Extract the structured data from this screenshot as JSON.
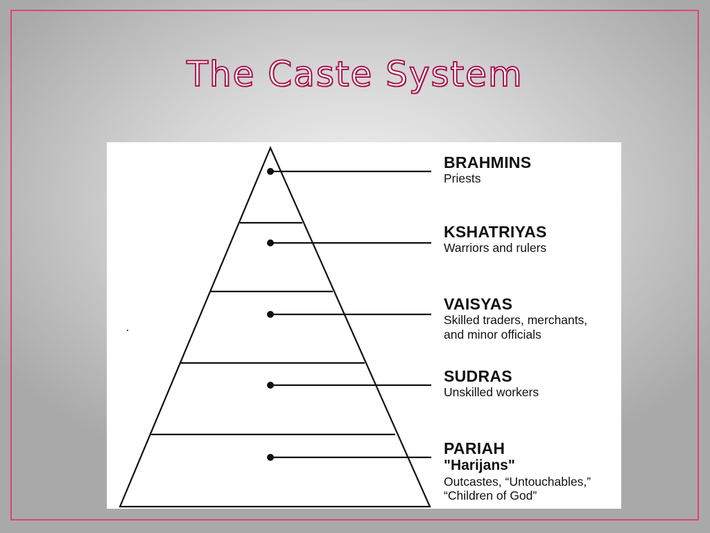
{
  "slide": {
    "title": "The Caste System"
  },
  "castes": [
    {
      "name": "BRAHMINS",
      "desc": [
        "Priests"
      ]
    },
    {
      "name": "KSHATRIYAS",
      "desc": [
        "Warriors and rulers"
      ]
    },
    {
      "name": "VAISYAS",
      "desc": [
        "Skilled traders, merchants,",
        "and minor officials"
      ]
    },
    {
      "name": "SUDRAS",
      "desc": [
        "Unskilled workers"
      ]
    },
    {
      "name": "PARIAH",
      "subtitle": "\"Harijans\"",
      "desc": [
        "Outcastes, “Untouchables,”",
        "“Children of God”"
      ]
    }
  ],
  "colors": {
    "frame": "#e0407a",
    "title_stroke": "#a8154d"
  }
}
